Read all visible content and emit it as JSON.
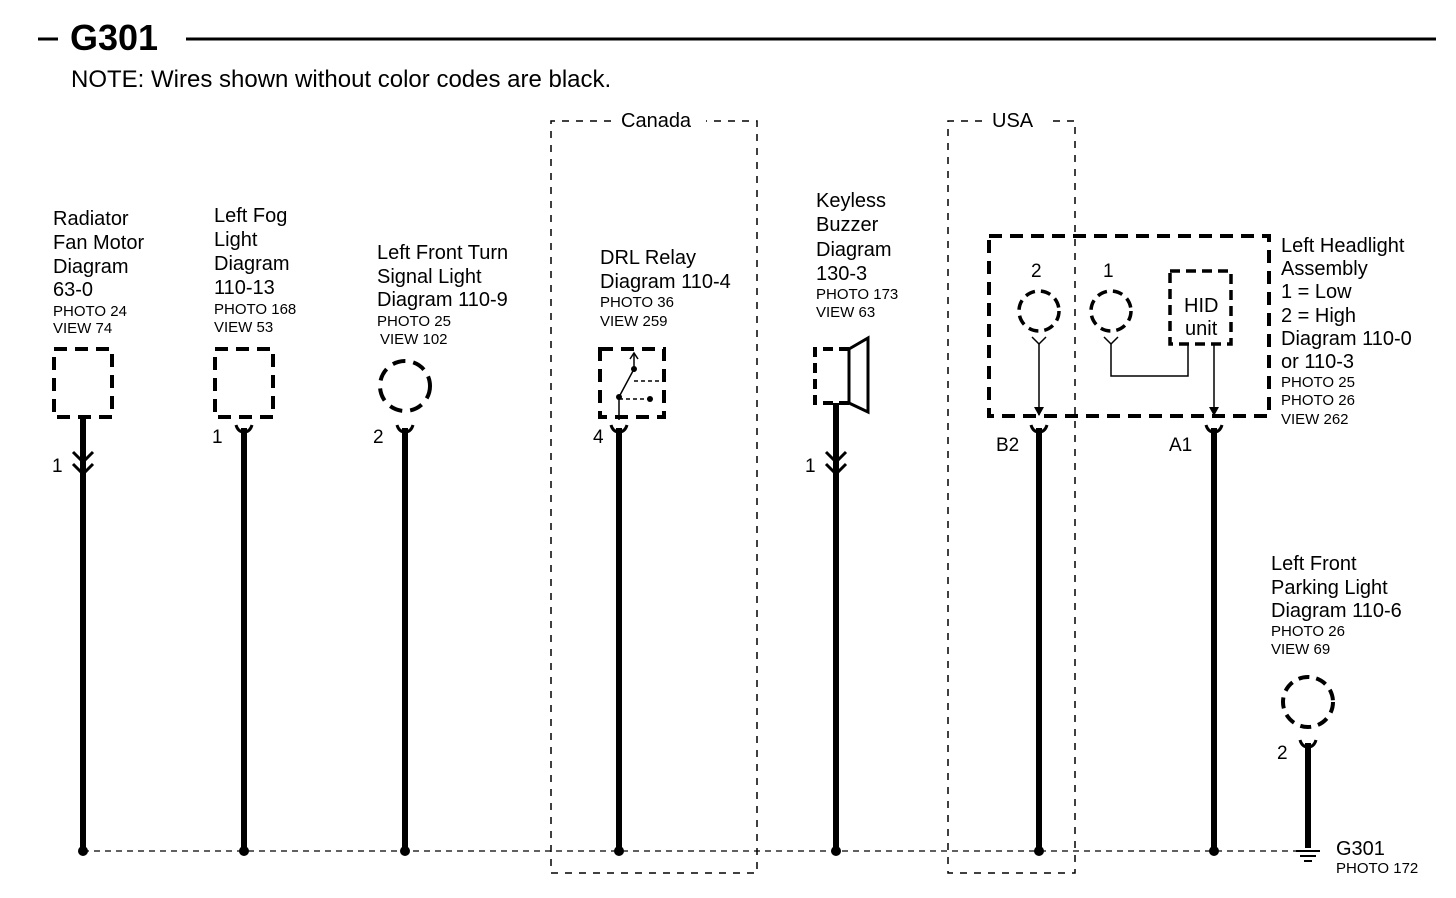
{
  "header": {
    "title": "G301",
    "note": "NOTE: Wires shown without color codes are black."
  },
  "regions": {
    "canada": "Canada",
    "usa": "USA"
  },
  "components": {
    "radiator": {
      "lines": [
        "Radiator",
        "Fan Motor",
        "Diagram",
        "63-0"
      ],
      "photo": "PHOTO 24",
      "view": "VIEW 74",
      "pin": "1"
    },
    "fog": {
      "lines": [
        "Left Fog",
        "Light",
        "Diagram",
        "110-13"
      ],
      "photo": "PHOTO 168",
      "view": "VIEW 53",
      "pin": "1"
    },
    "turn": {
      "lines": [
        "Left Front Turn",
        "Signal Light",
        "Diagram 110-9"
      ],
      "photo": "PHOTO 25",
      "view": "VIEW 102",
      "pin": "2"
    },
    "drl": {
      "lines": [
        "DRL Relay",
        "Diagram 110-4"
      ],
      "photo": "PHOTO 36",
      "view": "VIEW 259",
      "pin": "4"
    },
    "buzzer": {
      "lines": [
        "Keyless",
        "Buzzer",
        "Diagram",
        "130-3"
      ],
      "photo": "PHOTO 173",
      "view": "VIEW 63",
      "pin": "1"
    },
    "headlight": {
      "lines": [
        "Left Headlight",
        "Assembly",
        "1 = Low",
        "2 = High",
        "Diagram 110-0",
        "or 110-3"
      ],
      "photo1": "PHOTO 25",
      "photo2": "PHOTO 26",
      "view": "VIEW 262",
      "bulb2_label": "2",
      "bulb1_label": "1",
      "hid_line1": "HID",
      "hid_line2": "unit",
      "pin_b2": "B2",
      "pin_a1": "A1"
    },
    "parking": {
      "lines": [
        "Left Front",
        "Parking Light",
        "Diagram 110-6"
      ],
      "photo": "PHOTO 26",
      "view": "VIEW 69",
      "pin": "2"
    }
  },
  "ground": {
    "label": "G301",
    "photo": "PHOTO 172"
  }
}
